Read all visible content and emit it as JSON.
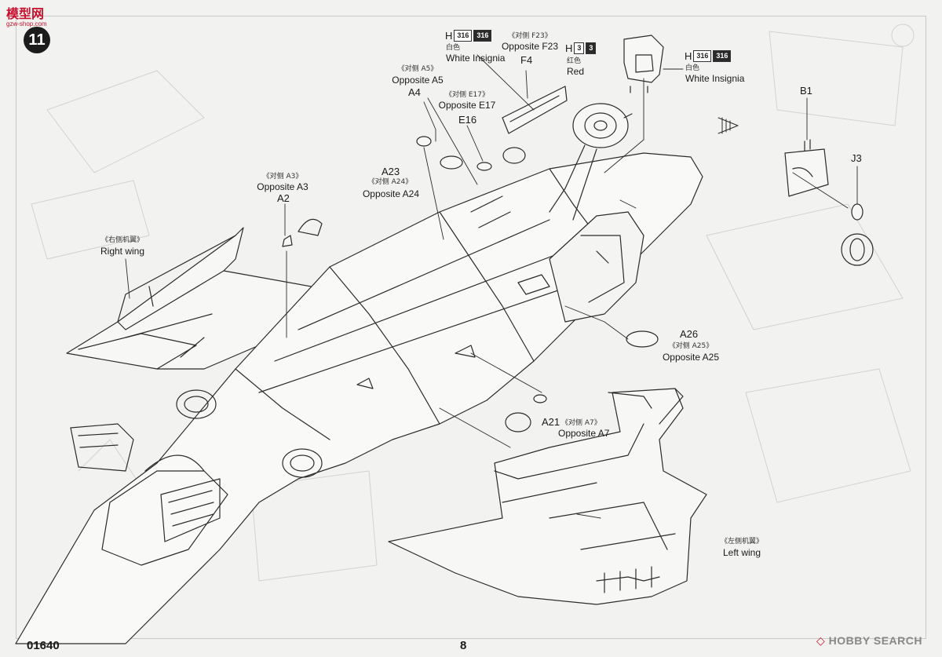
{
  "watermark": {
    "brand": "模型网",
    "url": "gzw-shop.com"
  },
  "step_number": "11",
  "paint_codes": {
    "h316_left": {
      "prefix": "H",
      "a": "316",
      "b": "316",
      "cn": "白色",
      "en": "White Insignia"
    },
    "h3": {
      "prefix": "H",
      "a": "3",
      "b": "3",
      "cn": "红色",
      "en": "Red"
    },
    "h316_right": {
      "prefix": "H",
      "a": "316",
      "b": "316",
      "cn": "白色",
      "en": "White Insignia"
    }
  },
  "callouts": {
    "f23": {
      "cn": "《对侧 F23》",
      "en": "Opposite F23"
    },
    "f4": "F4",
    "a5": {
      "cn": "《对侧 A5》",
      "en": "Opposite A5"
    },
    "a4": "A4",
    "e17": {
      "cn": "《对侧 E17》",
      "en": "Opposite E17"
    },
    "e16": "E16",
    "a23": "A23",
    "a24": {
      "cn": "《对侧 A24》",
      "en": "Opposite A24"
    },
    "a3": {
      "cn": "《对侧 A3》",
      "en": "Opposite A3"
    },
    "a2": "A2",
    "right_wing": {
      "cn": "《右侧机翼》",
      "en": "Right wing"
    },
    "b1": "B1",
    "j3": "J3",
    "a26": "A26",
    "a25": {
      "cn": "《对侧 A25》",
      "en": "Opposite A25"
    },
    "a21": "A21",
    "a7": {
      "cn": "《对侧 A7》",
      "en": "Opposite A7"
    },
    "left_wing": {
      "cn": "《左侧机翼》",
      "en": "Left wing"
    }
  },
  "footer": {
    "product_code": "01640",
    "page_number": "8"
  },
  "source_badge": {
    "mark": "◇",
    "text": "HOBBY SEARCH",
    "sub": ""
  }
}
